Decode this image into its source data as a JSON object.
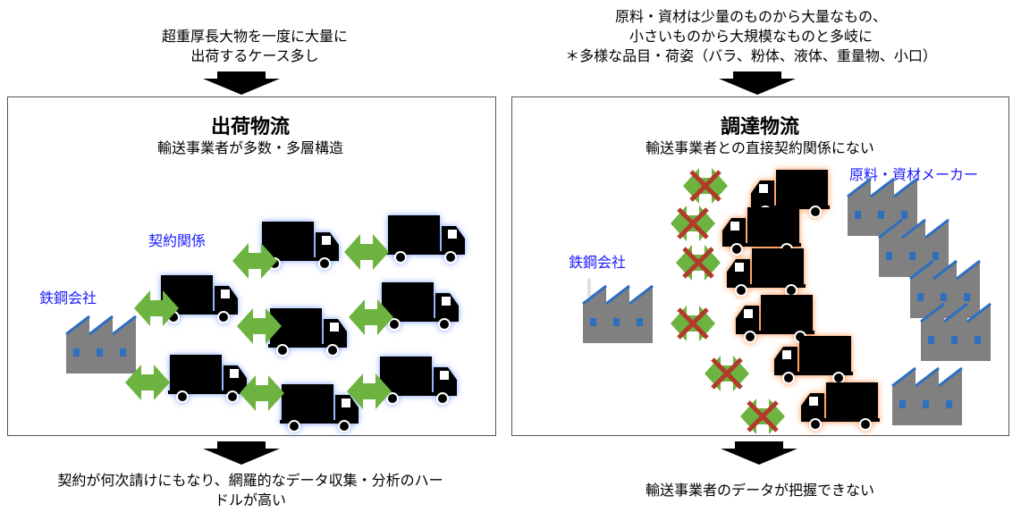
{
  "left": {
    "top_note": [
      "超重厚長大物を一度に大量に",
      "出荷するケース多し"
    ],
    "title": "出荷物流",
    "subtitle": "輸送事業者が多数・多層構造",
    "label_contract": "契約関係",
    "label_steel": "鉄鋼会社",
    "bottom_note": [
      "契約が何次請けにもなり、網羅的なデータ収集・分析のハー",
      "ドルが高い"
    ]
  },
  "right": {
    "top_note": [
      "原料・資材は少量のものから大量なもの、",
      "小さいものから大規模なものと多岐に",
      "＊多様な品目・荷姿（バラ、粉体、液体、重量物、小口）"
    ],
    "title": "調達物流",
    "subtitle": "輸送事業者との直接契約関係にない",
    "label_maker": "原料・資材メーカー",
    "label_steel": "鉄鋼会社",
    "bottom_note": "輸送事業者のデータが把握できない"
  },
  "colors": {
    "truck_glow_left": "#8fb0ff",
    "truck_glow_right": "#ff9a55",
    "arrow_green": "#6db33f",
    "cross_red": "#b23a2a",
    "factory_gray": "#808080",
    "factory_roof": "#2e6fbf",
    "label_blue": "#1a1aff"
  }
}
